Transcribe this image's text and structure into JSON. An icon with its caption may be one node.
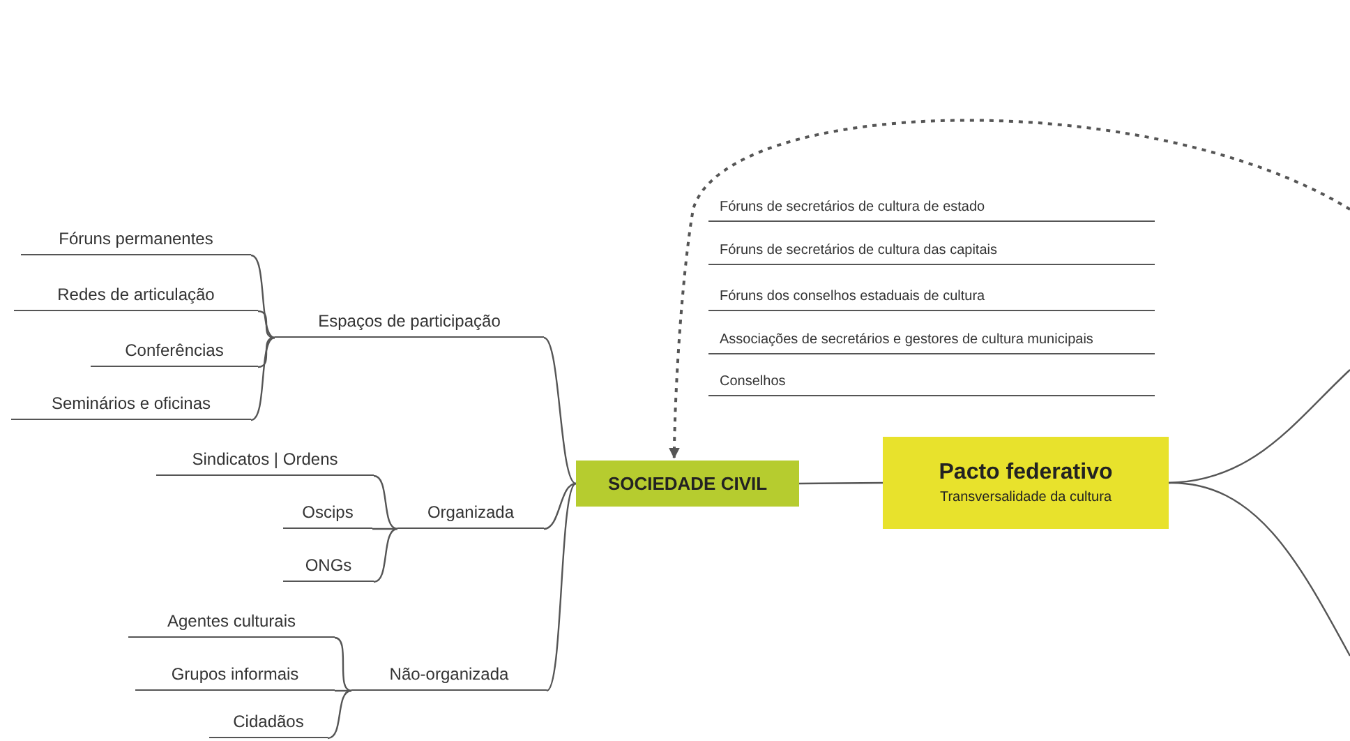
{
  "diagram": {
    "nodes": [
      {
        "text": [
          "SOCIEDADE CIVIL"
        ]
      },
      {
        "text": [
          "Pacto federativo",
          "Transversalidade da cultura"
        ]
      },
      {
        "text": [
          "Espaços de participação"
        ]
      },
      {
        "text": [
          "Fóruns permanentes"
        ]
      },
      {
        "text": [
          "Redes de articulação"
        ]
      },
      {
        "text": [
          "Conferências"
        ]
      },
      {
        "text": [
          "Seminários e oficinas"
        ]
      },
      {
        "text": [
          "Organizada"
        ]
      },
      {
        "text": [
          "Sindicatos | Ordens"
        ]
      },
      {
        "text": [
          "Oscips"
        ]
      },
      {
        "text": [
          "ONGs"
        ]
      },
      {
        "text": [
          "Não-organizada"
        ]
      },
      {
        "text": [
          "Agentes culturais"
        ]
      },
      {
        "text": [
          "Grupos informais"
        ]
      },
      {
        "text": [
          "Cidadãos"
        ]
      }
    ],
    "edges": [
      {
        "from": null,
        "to": 0,
        "arrow": "to",
        "style": "dashed"
      },
      {
        "from": 0,
        "to": 1,
        "arrow": "none"
      },
      {
        "from": 1,
        "to": null,
        "arrow": "none"
      },
      {
        "from": 1,
        "to": null,
        "arrow": "none"
      },
      {
        "from": 0,
        "to": 2,
        "arrow": "none"
      },
      {
        "from": 0,
        "to": 7,
        "arrow": "none"
      },
      {
        "from": 0,
        "to": 11,
        "arrow": "none"
      },
      {
        "from": 2,
        "to": 3,
        "arrow": "none"
      },
      {
        "from": 2,
        "to": 4,
        "arrow": "none"
      },
      {
        "from": 2,
        "to": 5,
        "arrow": "none"
      },
      {
        "from": 2,
        "to": 6,
        "arrow": "none"
      },
      {
        "from": 7,
        "to": 8,
        "arrow": "none"
      },
      {
        "from": 7,
        "to": 9,
        "arrow": "none"
      },
      {
        "from": 7,
        "to": 10,
        "arrow": "none"
      },
      {
        "from": 11,
        "to": 12,
        "arrow": "none"
      },
      {
        "from": 11,
        "to": 13,
        "arrow": "none"
      },
      {
        "from": 11,
        "to": 14,
        "arrow": "none"
      }
    ],
    "labels": [
      "Fóruns de secretários de cultura de estado",
      "Fóruns de secretários de cultura das capitais",
      "Fóruns dos conselhos estaduais de cultura",
      "Associações de secretários e gestores de cultura municipais",
      "Conselhos"
    ]
  }
}
